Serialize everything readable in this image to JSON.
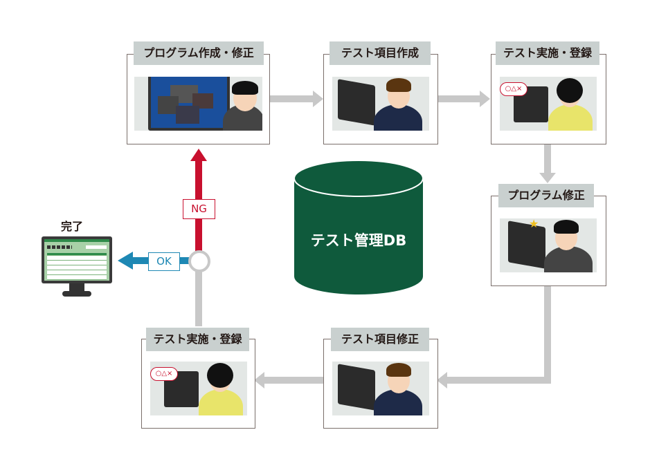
{
  "steps": [
    {
      "label": "プログラム作成・修正"
    },
    {
      "label": "テスト項目作成"
    },
    {
      "label": "テスト実施・登録"
    },
    {
      "label": "プログラム修正"
    },
    {
      "label": "テスト項目修正"
    },
    {
      "label": "テスト実施・登録"
    }
  ],
  "database": {
    "label": "テスト管理DB"
  },
  "decision": {
    "ng_label": "NG",
    "ok_label": "OK"
  },
  "complete": {
    "label": "完了"
  },
  "bubble": {
    "text": "○△×"
  },
  "colors": {
    "ng": "#c8102e",
    "ok": "#1e88b4",
    "db": "#0f5a3c",
    "arrow": "#c8c8c8"
  }
}
